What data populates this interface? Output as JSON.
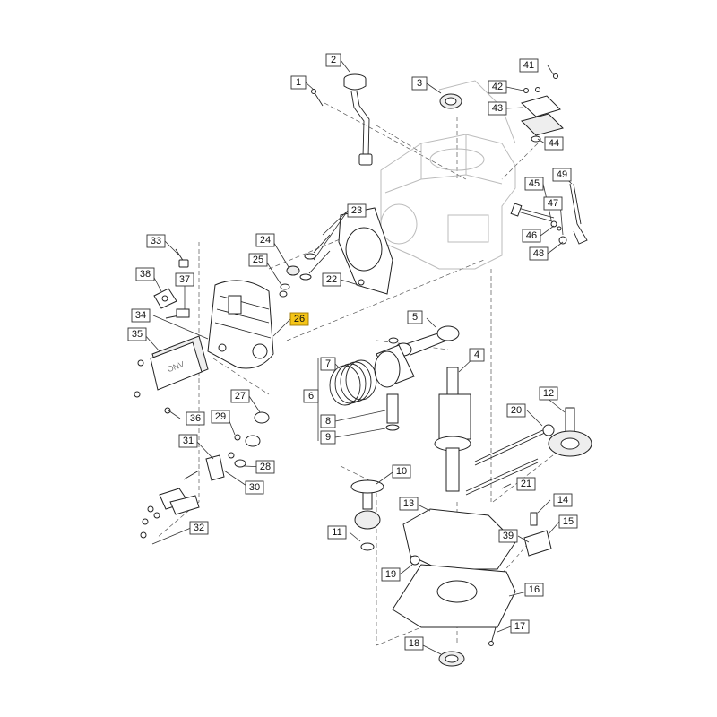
{
  "diagram": {
    "highlighted_callout": "26",
    "highlight_color": "#f5c518",
    "callouts": [
      "1",
      "2",
      "3",
      "4",
      "5",
      "6",
      "7",
      "8",
      "9",
      "10",
      "11",
      "12",
      "13",
      "14",
      "15",
      "16",
      "17",
      "18",
      "19",
      "20",
      "21",
      "22",
      "23",
      "24",
      "25",
      "26",
      "27",
      "28",
      "29",
      "30",
      "31",
      "32",
      "33",
      "34",
      "35",
      "36",
      "37",
      "38",
      "39",
      "41",
      "42",
      "43",
      "44",
      "45",
      "46",
      "47",
      "48",
      "49"
    ]
  }
}
